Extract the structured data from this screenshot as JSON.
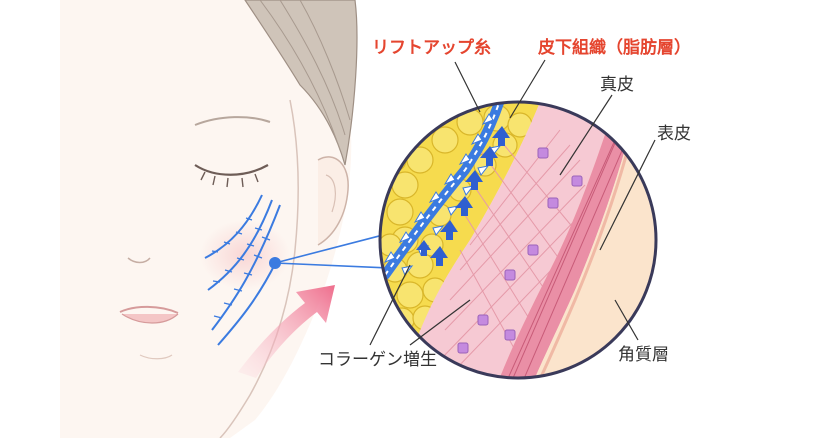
{
  "labels": {
    "lift_thread": "リフトアップ糸",
    "subcutaneous": "皮下組織（脂肪層）",
    "dermis": "真皮",
    "epidermis": "表皮",
    "stratum_corneum": "角質層",
    "collagen": "コラーゲン増生"
  },
  "colors": {
    "label_highlight": "#e5452f",
    "label_default": "#333333",
    "thread": "#3b7be0",
    "fat": "#f3d84a",
    "dermis": "#f3c2cf",
    "epidermis": "#e98aa0",
    "skin": "#fbf0e8",
    "hair": "#c8bcb0",
    "arrow_pink": "#f07b95"
  },
  "icons": {
    "lift_direction": "arrow-up-right-icon",
    "thread_arrows": "arrow-up-icon"
  }
}
